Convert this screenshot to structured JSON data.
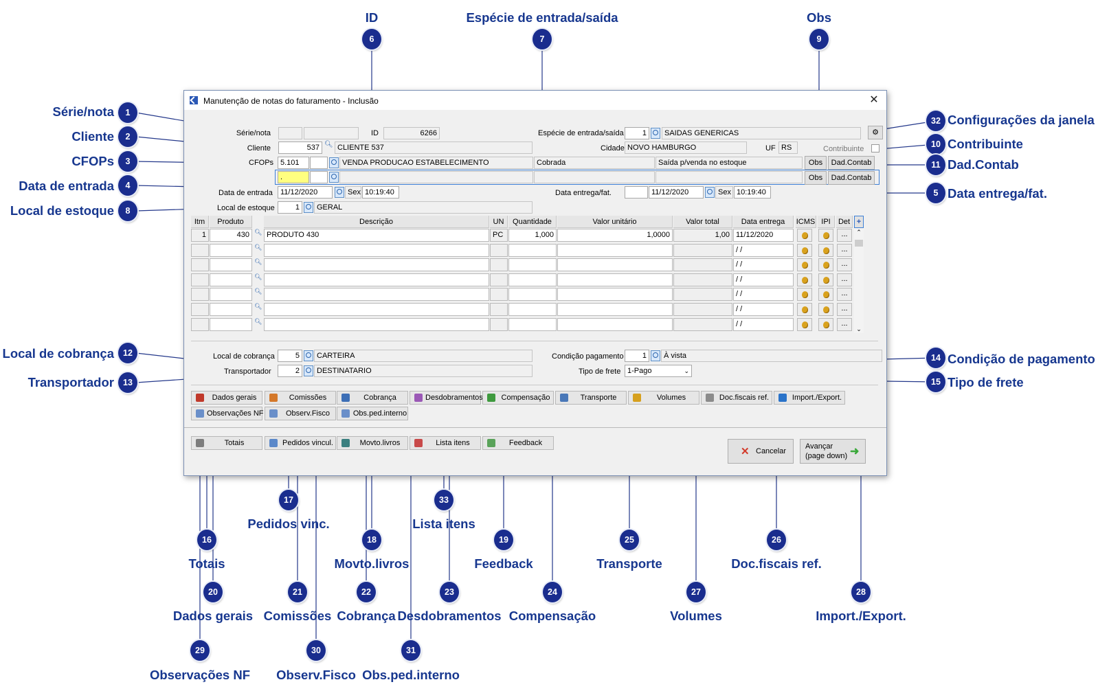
{
  "window": {
    "title": "Manutenção de notas do faturamento - Inclusão",
    "close": "✕"
  },
  "form": {
    "serie_label": "Série/nota",
    "id_label": "ID",
    "id_value": "6266",
    "especie_label": "Espécie de entrada/saída",
    "especie_code": "1",
    "especie_name": "SAIDAS GENERICAS",
    "cliente_label": "Cliente",
    "cliente_code": "537",
    "cliente_name": "CLIENTE 537",
    "cidade_label": "Cidade",
    "cidade_value": "NOVO HAMBURGO",
    "uf_label": "UF",
    "uf_value": "RS",
    "contribuinte_label": "Contribuinte",
    "cfops_label": "CFOPs",
    "cfop1": {
      "code": "5.101",
      "desc": "VENDA PRODUCAO ESTABELECIMENTO",
      "cobrada": "Cobrada",
      "tipo": "Saída p/venda no estoque"
    },
    "cfop2": {
      "code": "."
    },
    "obs_label": "Obs",
    "dadcontab_label": "Dad.Contab",
    "data_entrada_label": "Data de entrada",
    "data_entrada": "11/12/2020",
    "dia_entrada": "Sex",
    "hora_entrada": "10:19:40",
    "data_entrega_label": "Data entrega/fat.",
    "data_entrega": "11/12/2020",
    "dia_entrega": "Sex",
    "hora_entrega": "10:19:40",
    "local_estoque_label": "Local de estoque",
    "local_estoque_code": "1",
    "local_estoque_name": "GERAL",
    "local_cobranca_label": "Local de cobrança",
    "local_cobranca_code": "5",
    "local_cobranca_name": "CARTEIRA",
    "transportador_label": "Transportador",
    "transportador_code": "2",
    "transportador_name": "DESTINATARIO",
    "condicao_label": "Condição pagamento",
    "condicao_code": "1",
    "condicao_name": "À vista",
    "frete_label": "Tipo de frete",
    "frete_value": "1-Pago"
  },
  "grid": {
    "headers": [
      "Itm",
      "Produto",
      "Descrição",
      "UN",
      "Quantidade",
      "Valor unitário",
      "Valor total",
      "Data entrega",
      "ICMS",
      "IPI",
      "Det"
    ],
    "rows": [
      [
        "1",
        "430",
        "PRODUTO 430",
        "PC",
        "1,000",
        "1,0000",
        "1,00",
        "11/12/2020"
      ],
      [
        "",
        "",
        "",
        "",
        "",
        "",
        "",
        "/ /"
      ],
      [
        "",
        "",
        "",
        "",
        "",
        "",
        "",
        "/ /"
      ],
      [
        "",
        "",
        "",
        "",
        "",
        "",
        "",
        "/ /"
      ],
      [
        "",
        "",
        "",
        "",
        "",
        "",
        "",
        "/ /"
      ],
      [
        "",
        "",
        "",
        "",
        "",
        "",
        "",
        "/ /"
      ],
      [
        "",
        "",
        "",
        "",
        "",
        "",
        "",
        "/ /"
      ]
    ],
    "det_label": "..."
  },
  "tabs_row1": [
    "Dados gerais",
    "Comissões",
    "Cobrança",
    "Desdobramentos",
    "Compensação",
    "Transporte",
    "Volumes",
    "Doc.fiscais ref.",
    "Import./Export."
  ],
  "tabs_row2": [
    "Observações NF",
    "Observ.Fisco",
    "Obs.ped.interno"
  ],
  "bottom_buttons": [
    "Totais",
    "Pedidos vincul.",
    "Movto.livros",
    "Lista itens",
    "Feedback"
  ],
  "cancelar": "Cancelar",
  "avancar_1": "Avançar",
  "avancar_2": "(page down)",
  "callouts": {
    "c1": "Série/nota",
    "c2": "Cliente",
    "c3": "CFOPs",
    "c4": "Data de entrada",
    "c8": "Local de estoque",
    "c12": "Local de cobrança",
    "c13": "Transportador",
    "c6": "ID",
    "c7": "Espécie de entrada/saída",
    "c9": "Obs",
    "c32": "Configurações da janela",
    "c10": "Contribuinte",
    "c11": "Dad.Contab",
    "c5": "Data entrega/fat.",
    "c14": "Condição de pagamento",
    "c15": "Tipo de frete",
    "c17": "Pedidos vinc.",
    "c33": "Lista itens",
    "c16": "Totais",
    "c18": "Movto.livros",
    "c19": "Feedback",
    "c25": "Transporte",
    "c26": "Doc.fiscais ref.",
    "c20": "Dados gerais",
    "c21": "Comissões",
    "c22": "Cobrança",
    "c23": "Desdobramentos",
    "c24": "Compensação",
    "c27": "Volumes",
    "c28": "Import./Export.",
    "c29": "Observações NF",
    "c30": "Observ.Fisco",
    "c31": "Obs.ped.interno"
  },
  "badges": [
    "1",
    "2",
    "3",
    "4",
    "8",
    "12",
    "13",
    "6",
    "7",
    "9",
    "32",
    "10",
    "11",
    "5",
    "14",
    "15",
    "17",
    "33",
    "16",
    "18",
    "19",
    "25",
    "26",
    "20",
    "21",
    "22",
    "23",
    "24",
    "27",
    "28",
    "29",
    "30",
    "31"
  ],
  "colors": {
    "callout": "#17378f",
    "badge": "#1a2d8e",
    "window_bg": "#f0f0f0"
  }
}
